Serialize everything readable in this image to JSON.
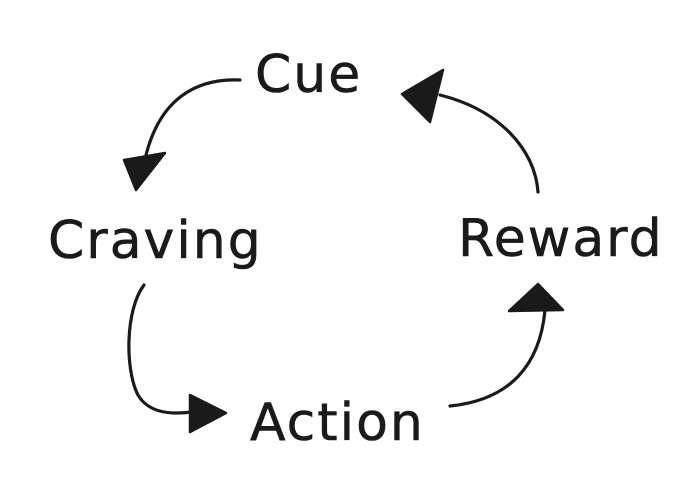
{
  "diagram": {
    "nodes": {
      "cue": "Cue",
      "craving": "Craving",
      "action": "Action",
      "reward": "Reward"
    },
    "edges": [
      {
        "from": "Cue",
        "to": "Craving"
      },
      {
        "from": "Craving",
        "to": "Action"
      },
      {
        "from": "Action",
        "to": "Reward"
      },
      {
        "from": "Reward",
        "to": "Cue"
      }
    ],
    "colors": {
      "ink": "#1a1a1a",
      "background": "#ffffff"
    }
  }
}
